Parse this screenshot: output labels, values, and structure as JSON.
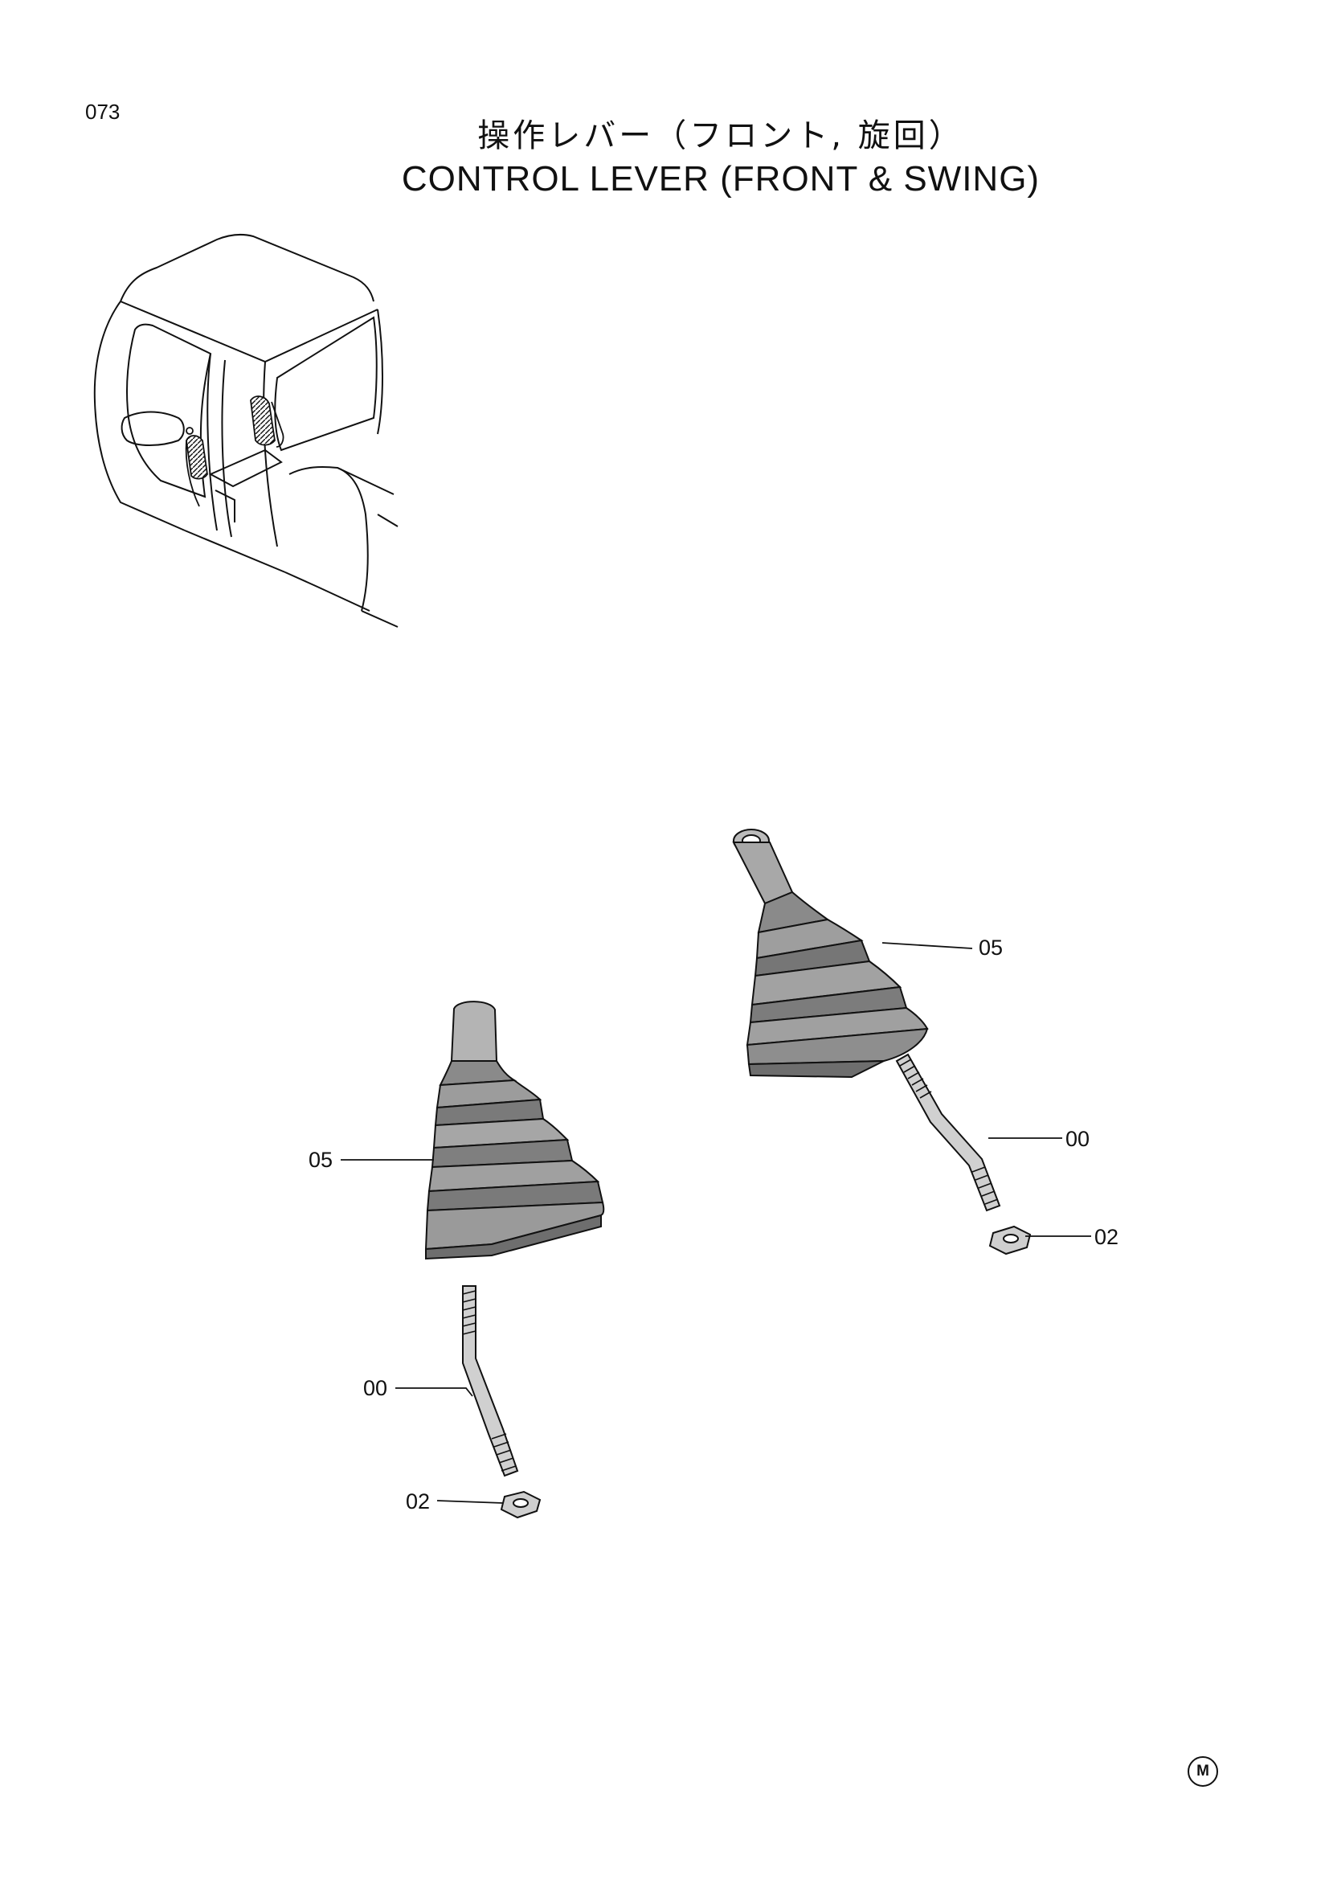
{
  "page": {
    "number": "073"
  },
  "title": {
    "japanese": "操作レバー（フロント, 旋回）",
    "english": "CONTROL LEVER (FRONT & SWING)"
  },
  "callouts": {
    "left_boot": "05",
    "left_lever": "00",
    "left_nut": "02",
    "right_boot": "05",
    "right_lever": "00",
    "right_nut": "02"
  },
  "footer": {
    "mark": "M"
  },
  "colors": {
    "line": "#111111",
    "boot_fill": "#9a9a9a",
    "boot_dark": "#6d6d6d",
    "boot_light": "#c2c2c2"
  }
}
